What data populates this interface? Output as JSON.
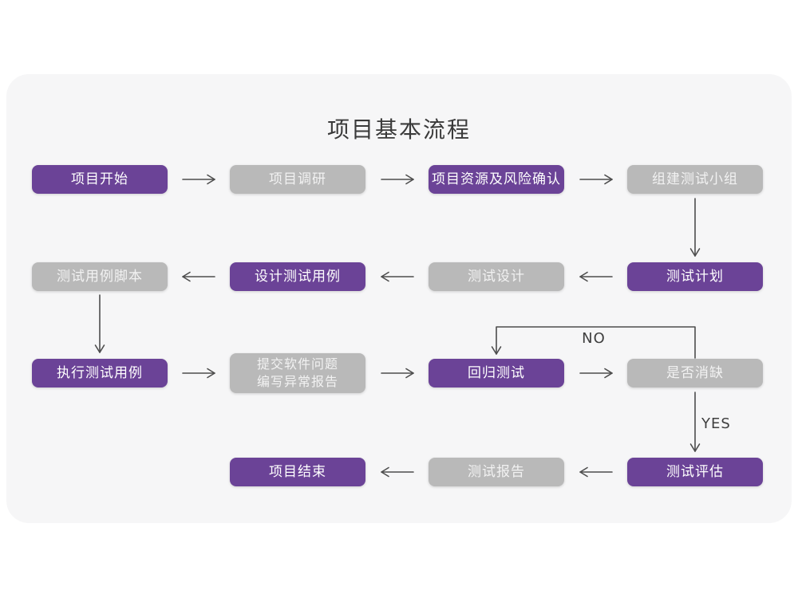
{
  "page": {
    "title": "项目基本流程"
  },
  "colors": {
    "purple": "#6b4397",
    "gray": "#b9b9b9",
    "card_bg": "#f6f6f7",
    "arrow": "#4d4d4d",
    "title_text": "#3a3a3a",
    "label_text": "#3f3f3f"
  },
  "nodes": {
    "start": {
      "label": "项目开始"
    },
    "research": {
      "label": "项目调研"
    },
    "risk": {
      "label": "项目资源及风险确认"
    },
    "team": {
      "label": "组建测试小组"
    },
    "case_script": {
      "label": "测试用例脚本"
    },
    "case_design": {
      "label": "设计测试用例"
    },
    "design": {
      "label": "测试设计"
    },
    "plan": {
      "label": "测试计划"
    },
    "case_exec": {
      "label": "执行测试用例"
    },
    "report_issue": {
      "line1": "提交软件问题",
      "line2": "编写异常报告"
    },
    "regression": {
      "label": "回归测试"
    },
    "defect_check": {
      "label": "是否消缺"
    },
    "end": {
      "label": "项目结束"
    },
    "test_report": {
      "label": "测试报告"
    },
    "evaluation": {
      "label": "测试评估"
    }
  },
  "edge_labels": {
    "no": "NO",
    "yes": "YES"
  }
}
